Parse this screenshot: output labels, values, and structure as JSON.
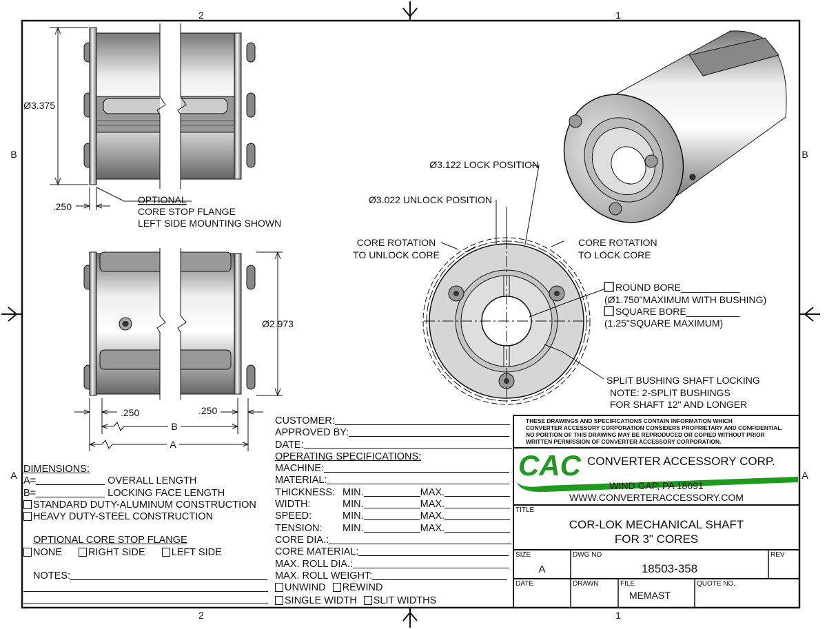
{
  "zones": {
    "top": [
      "2",
      "1"
    ],
    "side": [
      "B",
      "A"
    ]
  },
  "views": {
    "top_view": {
      "dia": "Ø3.375",
      "flange_width": ".250",
      "flange_note": [
        "OPTIONAL",
        "CORE STOP FLANGE",
        "LEFT SIDE MOUNTING SHOWN"
      ]
    },
    "side_view": {
      "dia": "Ø2.973",
      "left_width": ".250",
      "right_width": ".250",
      "dim_b": "B",
      "dim_a": "A"
    },
    "end_view": {
      "lock_pos": "Ø3.122 LOCK POSITION",
      "unlock_pos": "Ø3.022 UNLOCK POSITION",
      "rot_unlock": [
        "CORE ROTATION",
        "TO UNLOCK CORE"
      ],
      "rot_lock": [
        "CORE ROTATION",
        "TO LOCK CORE"
      ],
      "round_bore": "ROUND BORE___________",
      "round_bore_note": "(Ø1.750\"MAXIMUM WITH BUSHING)",
      "square_bore": "SQUARE BORE__________",
      "square_bore_note": "(1.25\"SQUARE MAXIMUM)",
      "bushing": [
        "SPLIT BUSHING SHAFT LOCKING",
        "NOTE: 2-SPLIT BUSHINGS",
        "FOR SHAFT 12\" AND LONGER"
      ]
    }
  },
  "dimensions": {
    "heading": "DIMENSIONS:",
    "a_label": "A=",
    "a_desc": "OVERALL LENGTH",
    "b_label": "B=",
    "b_desc": "LOCKING FACE LENGTH",
    "standard": "STANDARD DUTY-ALUMINUM CONSTRUCTION",
    "heavy": "HEAVY DUTY-STEEL CONSTRUCTION",
    "flange_heading": "OPTIONAL CORE STOP FLANGE",
    "flange_options": [
      "NONE",
      "RIGHT SIDE",
      "LEFT SIDE"
    ],
    "notes": "NOTES:"
  },
  "spec_form": {
    "customer": "CUSTOMER:",
    "approved": "APPROVED BY:",
    "date": "DATE:",
    "heading": "OPERATING SPECIFICATIONS:",
    "machine": "MACHINE:",
    "material": "MATERIAL:",
    "ranges": [
      {
        "label": "THICKNESS:",
        "min": "MIN.",
        "max": "MAX."
      },
      {
        "label": "WIDTH:",
        "min": "MIN.",
        "max": "MAX."
      },
      {
        "label": "SPEED:",
        "min": "MIN.",
        "max": "MAX."
      },
      {
        "label": "TENSION:",
        "min": "MIN.",
        "max": "MAX."
      }
    ],
    "core_dia": "CORE DIA.:",
    "core_material": "CORE MATERIAL:",
    "max_roll_dia": "MAX. ROLL DIA.:",
    "max_roll_weight": "MAX. ROLL WEIGHT:",
    "options": [
      "UNWIND",
      "REWIND",
      "SINGLE WIDTH",
      "SLIT WIDTHS"
    ]
  },
  "title_block": {
    "proprietary": [
      "THESE DRAWINGS AND SPECIFICATIONS CONTAIN INFORMATION WHICH",
      "CONVERTER ACCESSORY CORPORATION CONSIDERS PROPRIETARY AND CONFIDENTIAL.",
      "NO PORTION OF THIS DRAWING MAY BE REPRODUCED OR COPIED WITHOUT PRIOR",
      "WRITTEN PERMISSION OF CONVERTER ACCESSORY CORPORATION."
    ],
    "logo": "CAC",
    "company": "CONVERTER ACCESSORY CORP.",
    "address": "WIND GAP, PA 18091",
    "website": "WWW.CONVERTERACCESSORY.COM",
    "title_label": "TITLE",
    "title": [
      "COR-LOK MECHANICAL SHAFT",
      "FOR 3\" CORES"
    ],
    "size_label": "SIZE",
    "size": "A",
    "dwg_label": "DWG NO",
    "dwg_no": "18503-358",
    "rev_label": "REV",
    "date_label": "DATE",
    "drawn_label": "DRAWN",
    "file_label": "FILE",
    "file": "MEMAST",
    "quote_label": "QUOTE NO."
  },
  "colors": {
    "brand_green": "#1f9a1f"
  }
}
